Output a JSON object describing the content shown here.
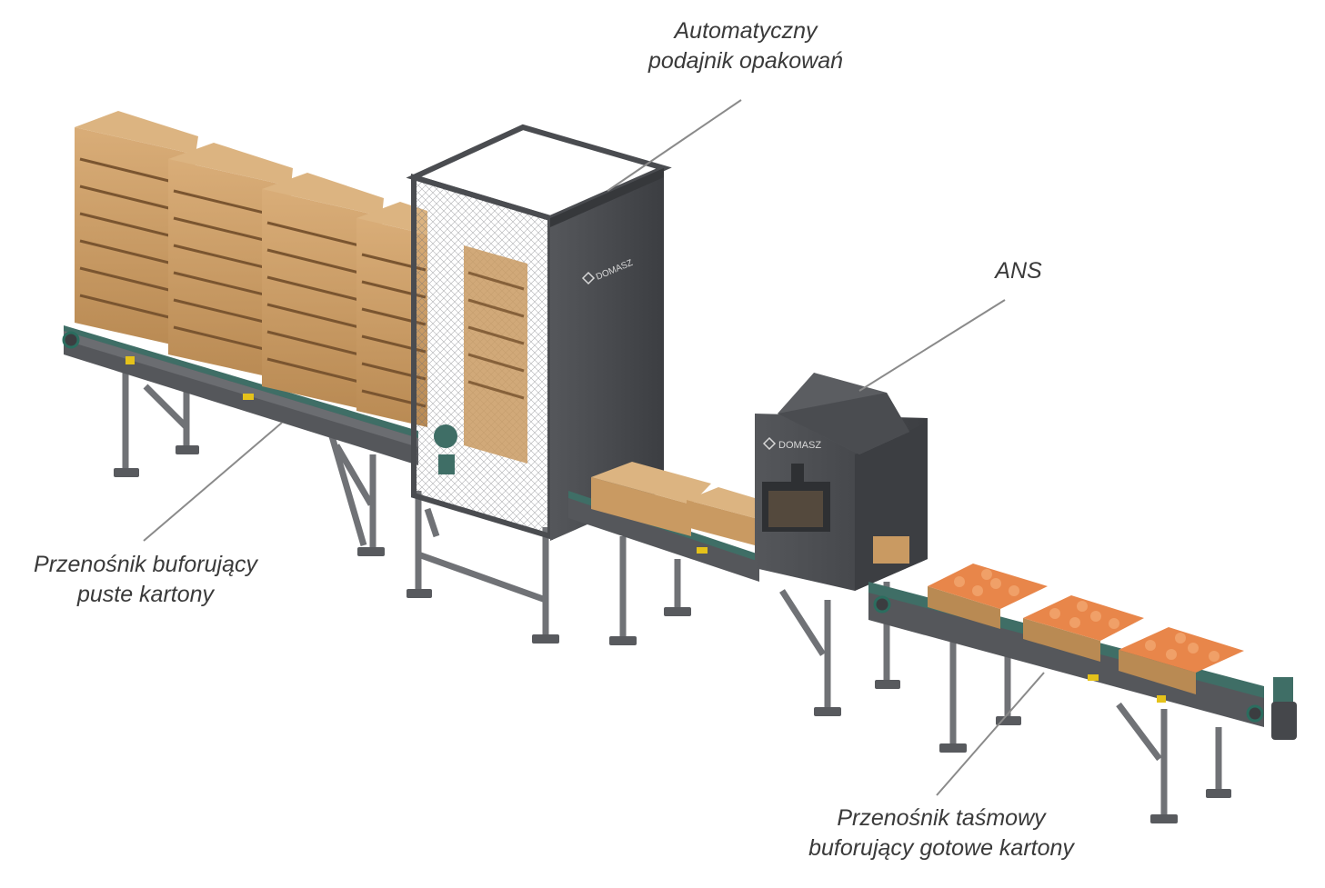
{
  "labels": {
    "feeder": {
      "line1": "Automatyczny",
      "line2": "podajnik opakowań"
    },
    "ans": {
      "line1": "ANS"
    },
    "empty_conveyor": {
      "line1": "Przenośnik buforujący",
      "line2": "puste kartony"
    },
    "full_conveyor": {
      "line1": "Przenośnik taśmowy",
      "line2": "buforujący gotowe kartony"
    }
  },
  "branding": {
    "logo_text": "DOMASZ"
  },
  "colors": {
    "cardboard": "#c99a62",
    "cardboard_dark": "#9c7240",
    "cardboard_light": "#dcb481",
    "machine": "#4a4c50",
    "machine_dark": "#36383b",
    "belt": "#3f6e66",
    "frame": "#6e7074",
    "orange": "#e8864a",
    "leader_line": "#8a8a8a"
  }
}
